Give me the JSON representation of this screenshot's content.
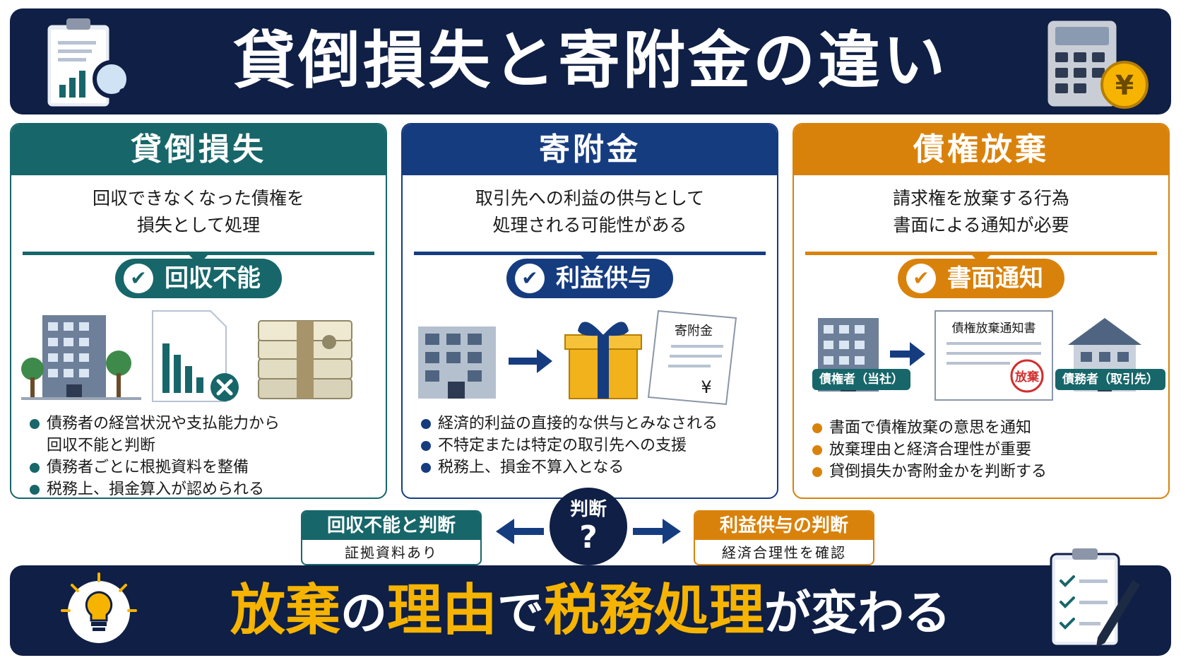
{
  "header": {
    "title": "貸倒損失と寄附金の違い"
  },
  "colors": {
    "navy": "#0f1f45",
    "teal": "#17666a",
    "blue": "#163c80",
    "orange": "#d9820b",
    "yellow": "#f6b400"
  },
  "panels": [
    {
      "title": "貸倒損失",
      "lead_lines": [
        "回収できなくなった債権を",
        "損失として処理"
      ],
      "badge": "回収不能",
      "bullets": [
        "債務者の経営状況や支払能力から",
        "回収不能と判断",
        "債務者ごとに根拠資料を整備",
        "税務上、損金算入が認められる"
      ]
    },
    {
      "title": "寄附金",
      "lead_lines": [
        "取引先への利益の供与として",
        "処理される可能性がある"
      ],
      "badge": "利益供与",
      "document_label": "寄附金",
      "yen_symbol": "¥",
      "bullets": [
        "経済的利益の直接的な供与とみなされる",
        "不特定または特定の取引先への支援",
        "税務上、損金不算入となる"
      ]
    },
    {
      "title": "債権放棄",
      "lead_lines": [
        "請求権を放棄する行為",
        "書面による通知が必要"
      ],
      "badge": "書面通知",
      "document_label": "債権放棄通知書",
      "stamp": "放棄",
      "creditor_label": "債権者（当社）",
      "debtor_label": "債務者（取引先）",
      "bullets": [
        "書面で債権放棄の意思を通知",
        "放棄理由と経済合理性が重要",
        "貸倒損失か寄附金かを判断する"
      ]
    }
  ],
  "decision": {
    "circle_label": "判断",
    "circle_mark": "?",
    "left": {
      "title": "回収不能と判断",
      "sub": "証拠資料あり"
    },
    "right": {
      "title": "利益供与の判断",
      "sub": "経済合理性を確認"
    }
  },
  "footer": {
    "part1": "放棄",
    "part2": "の",
    "part3": "理由",
    "part4": "で",
    "part5": "税務処理",
    "part6": "が変わる"
  },
  "icons": {
    "header_left": "clipboard-magnifier-icon",
    "header_right": "calculator-yen-icon",
    "footer_left": "lightbulb-icon",
    "footer_right": "checklist-pen-icon",
    "check": "check-icon"
  }
}
